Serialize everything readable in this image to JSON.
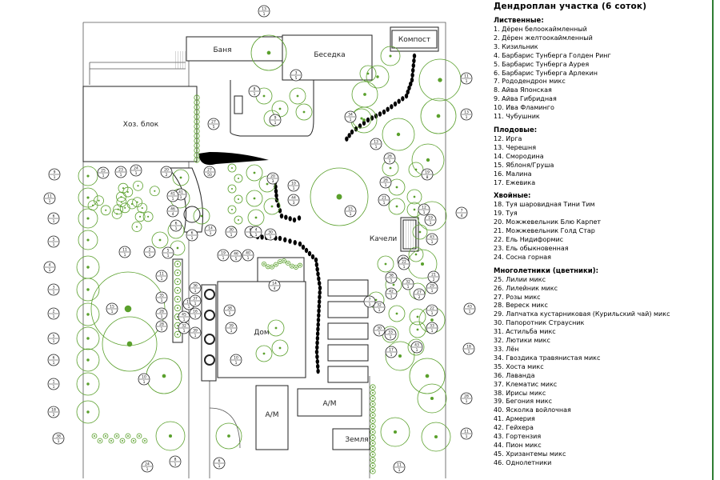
{
  "title": "Дендроплан участка (6 соток)",
  "labels": {
    "banya": "Баня",
    "besedka": "Беседка",
    "kompost": "Компост",
    "hoz_blok": "Хоз. блок",
    "dom": "Дом",
    "kacheli": "Качели",
    "am1": "А/М",
    "am2": "А/М",
    "zemlya": "Земля"
  },
  "colors": {
    "plant": "#5aa02c",
    "line": "#333333",
    "path": "#000000",
    "frame": "#2e7d32"
  },
  "legend": [
    {
      "title": "Лиственные:",
      "items": [
        "1. Дёрен белоокаймленный",
        "2. Дёрен желтоокаймленный",
        "3. Кизильник",
        "4. Барбарис Тунберга Голден Ринг",
        "5. Барбарис Тунберга Аурея",
        "6. Барбарис Тунберга Арлекин",
        "7. Рододендрон микс",
        "8. Айва Японская",
        "9. Айва Гибридная",
        "10. Ива Фламинго",
        "11. Чубушник"
      ]
    },
    {
      "title": "Плодовые:",
      "items": [
        "12. Ирга",
        "13. Черешня",
        "14. Смородина",
        "15. Яблоня/Груша",
        "16. Малина",
        "17. Ежевика"
      ]
    },
    {
      "title": "Хвойные:",
      "items": [
        "18. Туя шаровидная Тини Тим",
        "19. Туя",
        "20. Можжевельник Блю Карпет",
        "21. Можжевельник Голд Стар",
        "22. Ель Нидиформис",
        "23. Ель обыкновенная",
        "24. Сосна горная"
      ]
    },
    {
      "title": "Многолетники (цветники):",
      "items": [
        "25. Лилии микс",
        "26. Лилейник микс",
        "27. Розы микс",
        "28. Вереск микс",
        "29. Лапчатка кустарниковая (Курильский чай) микс",
        "30. Папоротник Страусник",
        "31. Астильба микс",
        "32. Лютики микс",
        "33. Лён",
        "34. Гвоздика травянистая микс",
        "35. Хоста микс",
        "36. Лаванда",
        "37. Клематис микс",
        "38. Ирисы микс",
        "39. Бегония микс",
        "40. Ясколка войлочная",
        "41. Армерия",
        "42. Гейхера",
        "43. Гортензия",
        "44. Пион микс",
        "45. Хризантемы микс",
        "46. Однолетники"
      ]
    }
  ],
  "tags": [
    {
      "t": "13",
      "b": "1"
    },
    {
      "t": "8",
      "b": "1"
    },
    {
      "t": "3",
      "b": "5"
    },
    {
      "t": "9",
      "b": "1"
    },
    {
      "t": "34",
      "b": "1"
    },
    {
      "t": "11",
      "b": "1"
    },
    {
      "t": "13",
      "b": "1"
    },
    {
      "t": "27",
      "b": "5"
    },
    {
      "t": "13",
      "b": "1"
    },
    {
      "t": "26",
      "b": "1"
    },
    {
      "t": "26",
      "b": "1"
    },
    {
      "t": "19",
      "b": "8"
    },
    {
      "t": "9",
      "b": "1"
    },
    {
      "t": "25",
      "b": "1"
    },
    {
      "t": "11",
      "b": "1"
    },
    {
      "t": "6",
      "b": "1"
    },
    {
      "t": "5",
      "b": "1"
    },
    {
      "t": "4",
      "b": "1"
    },
    {
      "t": "3",
      "b": "1"
    },
    {
      "t": "2",
      "b": "1"
    },
    {
      "t": "5",
      "b": "1"
    },
    {
      "t": "6",
      "b": "1"
    },
    {
      "t": "1",
      "b": "1"
    },
    {
      "t": "18",
      "b": "2"
    },
    {
      "t": "15",
      "b": "1"
    },
    {
      "t": "10",
      "b": "1"
    },
    {
      "t": "27",
      "b": "50"
    },
    {
      "t": "41",
      "b": "1"
    },
    {
      "t": "46",
      "b": "4"
    },
    {
      "t": "20",
      "b": "2"
    },
    {
      "t": "24",
      "b": "1"
    },
    {
      "t": "23",
      "b": "1"
    },
    {
      "t": "15",
      "b": "1"
    },
    {
      "t": "7",
      "b": "4"
    },
    {
      "t": "10",
      "b": "1"
    },
    {
      "t": "20",
      "b": "3"
    },
    {
      "t": "12",
      "b": "1"
    },
    {
      "t": "21",
      "b": "1"
    },
    {
      "t": "6",
      "b": "1"
    },
    {
      "t": "30",
      "b": "1"
    },
    {
      "t": "6",
      "b": "1"
    },
    {
      "t": "14",
      "b": "1"
    },
    {
      "t": "19",
      "b": "1"
    },
    {
      "t": "6",
      "b": "1"
    },
    {
      "t": "4",
      "b": "1"
    },
    {
      "t": "17",
      "b": "1"
    },
    {
      "t": "11",
      "b": "1"
    },
    {
      "t": "35",
      "b": "1"
    },
    {
      "t": "36",
      "b": "1"
    },
    {
      "t": "37",
      "b": "1"
    },
    {
      "t": "16",
      "b": "1"
    },
    {
      "t": "45",
      "b": "1"
    },
    {
      "t": "32",
      "b": "1"
    },
    {
      "t": "28",
      "b": "1"
    },
    {
      "t": "28",
      "b": "1"
    },
    {
      "t": "39",
      "b": "1"
    },
    {
      "t": "38",
      "b": "1"
    },
    {
      "t": "39",
      "b": "1"
    },
    {
      "t": "30",
      "b": "1"
    },
    {
      "t": "40",
      "b": "1"
    },
    {
      "t": "46",
      "b": "5"
    },
    {
      "t": "44",
      "b": "3"
    },
    {
      "t": "43",
      "b": "1"
    },
    {
      "t": "42",
      "b": "1"
    },
    {
      "t": "38",
      "b": "1"
    },
    {
      "t": "32",
      "b": "1"
    },
    {
      "t": "7",
      "b": "1"
    },
    {
      "t": "30",
      "b": "1"
    },
    {
      "t": "17",
      "b": "1"
    },
    {
      "t": "18",
      "b": "1"
    },
    {
      "t": "10",
      "b": "1"
    },
    {
      "t": "14",
      "b": "4"
    },
    {
      "t": "42",
      "b": "1"
    },
    {
      "t": "29",
      "b": "1"
    },
    {
      "t": "43",
      "b": "1"
    },
    {
      "t": "43",
      "b": "1"
    },
    {
      "t": "22",
      "b": "1"
    },
    {
      "t": "33",
      "b": "1"
    },
    {
      "t": "22",
      "b": "1"
    },
    {
      "t": "33",
      "b": "1"
    },
    {
      "t": "32",
      "b": "1"
    },
    {
      "t": "27",
      "b": "2"
    },
    {
      "t": "21",
      "b": "2"
    },
    {
      "t": "19",
      "b": "1"
    },
    {
      "t": "41",
      "b": "1"
    },
    {
      "t": "11",
      "b": "1"
    },
    {
      "t": "2",
      "b": "1"
    },
    {
      "t": "5",
      "b": "1"
    },
    {
      "t": "24",
      "b": "1"
    },
    {
      "t": "8",
      "b": "1"
    },
    {
      "t": "6",
      "b": "1"
    },
    {
      "t": "38",
      "b": "1"
    },
    {
      "t": "11",
      "b": "1"
    },
    {
      "t": "11",
      "b": "1"
    },
    {
      "t": "28",
      "b": "1"
    }
  ]
}
